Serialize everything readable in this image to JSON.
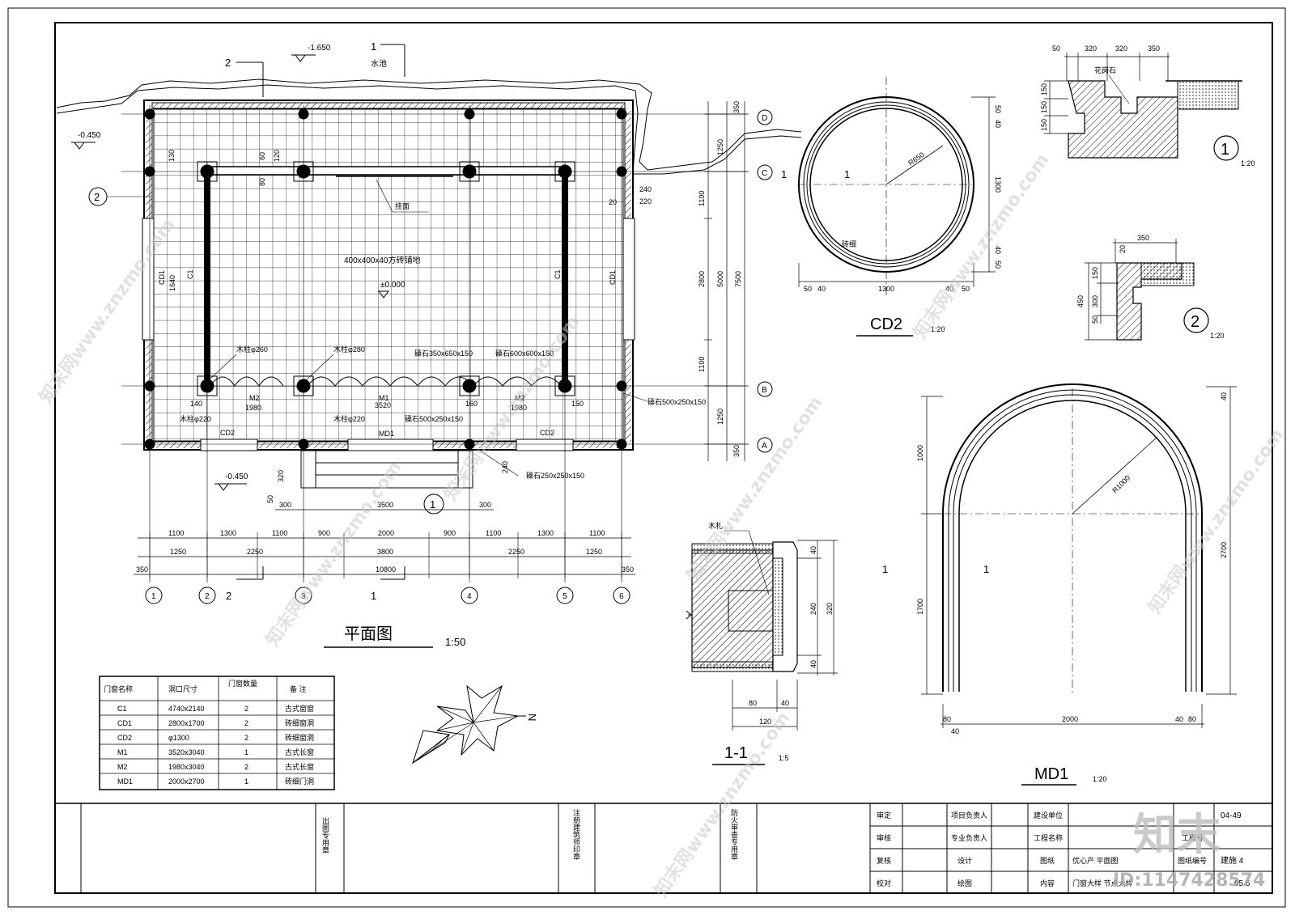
{
  "plan": {
    "title": "平面图",
    "scale": "1:50",
    "pool_label": "水池",
    "level_pool": "-1.650",
    "level_side": "-0.450",
    "level_front": "-0.450",
    "level_floor": "±0.000",
    "floor_note": "400x400x40方砖铺地",
    "tag_beam": "挂面",
    "col_big": "木柱φ260",
    "col_mid": "木柱φ280",
    "col_small": "木柱φ220",
    "col_small2": "木柱φ220",
    "stone1": "磉石350x650x150",
    "stone2": "磉石600x600x150",
    "stone3": "磉石500x250x150",
    "stone4": "磉石500x250x150",
    "stone5": "磉石250x250x150",
    "door_c1": "C1",
    "door_cd1": "CD1",
    "door_cd2": "CD2",
    "door_m1": "M1",
    "door_m2": "M2",
    "door_md1": "MD1",
    "w_m2": "1980",
    "w_m1": "3520",
    "axis_a": "A",
    "axis_b": "B",
    "axis_c": "C",
    "axis_d": "D",
    "axes_bottom": [
      "1",
      "2",
      "3",
      "4",
      "5",
      "6"
    ],
    "dim_row1": [
      "1100",
      "1300",
      "1100",
      "900",
      "2000",
      "900",
      "1100",
      "1300",
      "1100"
    ],
    "dim_row2": [
      "1250",
      "2250",
      "3800",
      "2250",
      "1250"
    ],
    "dim_total": "10800",
    "dim_edge": "350",
    "dim_steps": "3500",
    "dim_side": "300",
    "right_dims_a": [
      "350",
      "1250",
      "1100",
      "2800",
      "1100",
      "1250",
      "350"
    ],
    "right_dims_b": [
      "5000",
      "7500"
    ],
    "misc_dims": [
      "240",
      "220",
      "20",
      "140",
      "160",
      "150",
      "130",
      "320",
      "50",
      "120",
      "80",
      "60",
      "1640",
      "240"
    ],
    "section_mark": "1",
    "section_mark2": "2",
    "detail_mark": "1",
    "detail_mark2": "2"
  },
  "cd2": {
    "title": "CD2",
    "scale": "1:20",
    "radius": "R650",
    "material": "砖细",
    "dims_bottom": [
      "50",
      "40",
      "1300",
      "40",
      "50"
    ],
    "dims_right": [
      "50",
      "40",
      "1300",
      "40",
      "50"
    ],
    "cut": "1"
  },
  "detail1": {
    "scale": "1:20",
    "mark": "1",
    "stone": "花岗石",
    "dims_top": [
      "50",
      "320",
      "320",
      "350"
    ],
    "dims_left": [
      "150",
      "150",
      "150"
    ]
  },
  "detail2": {
    "scale": "1:20",
    "mark": "2",
    "dims_top": [
      "350"
    ],
    "dims_left": [
      "450",
      "150",
      "300",
      "50"
    ],
    "dim_small": "20"
  },
  "section11": {
    "title": "1-1",
    "scale": "1:5",
    "material": "木札",
    "dims_right": [
      "40",
      "240",
      "40",
      "320"
    ],
    "dims_bottom": [
      "80",
      "40",
      "120"
    ]
  },
  "md1": {
    "title": "MD1",
    "scale": "1:20",
    "radius": "R1000",
    "dims_left": [
      "1000",
      "1700"
    ],
    "dim_right": "2700",
    "dim_top": "40",
    "dims_bottom": [
      "2000",
      "80",
      "40",
      "40",
      "80"
    ],
    "cut": "1"
  },
  "schedule": {
    "headers": [
      "门窗名称",
      "洞口尺寸",
      "门窗数量",
      "备  注"
    ],
    "rows": [
      [
        "C1",
        "4740x2140",
        "2",
        "古式窗窗"
      ],
      [
        "CD1",
        "2800x1700",
        "2",
        "砖细窗洞"
      ],
      [
        "CD2",
        "φ1300",
        "2",
        "砖细窗洞"
      ],
      [
        "M1",
        "3520x3040",
        "1",
        "古式长窗"
      ],
      [
        "M2",
        "1980x3040",
        "2",
        "古式长窗"
      ],
      [
        "MD1",
        "2000x2700",
        "1",
        "砖细门洞"
      ]
    ]
  },
  "north": {
    "label": "N"
  },
  "titleblock": {
    "stamp_box": "出图专用章",
    "reg_box": "注册建筑师印章",
    "fire_box": "防火审查专用章",
    "roles_left": [
      "审定",
      "审核",
      "复核",
      "校对"
    ],
    "roles_mid": [
      "项目负责人",
      "专业负责人",
      "设计",
      "绘图"
    ],
    "roles_right": [
      "建设单位",
      "工程名称",
      "图纸",
      "内容"
    ],
    "drawing_name": "优心产 平面图",
    "drawing_name2": "门窗大样 节点大样",
    "sheet_label": "图纸编号",
    "sheet_no": "建施 4",
    "job_label": "工程号",
    "date": "04-49",
    "code": "05.6"
  },
  "watermark": {
    "brand": "知末",
    "site": "知末网www.znzmo.com",
    "id": "ID:1147428574"
  },
  "colors": {
    "line": "#000000",
    "watermark": "#c9c9c9",
    "paper": "#ffffff"
  }
}
